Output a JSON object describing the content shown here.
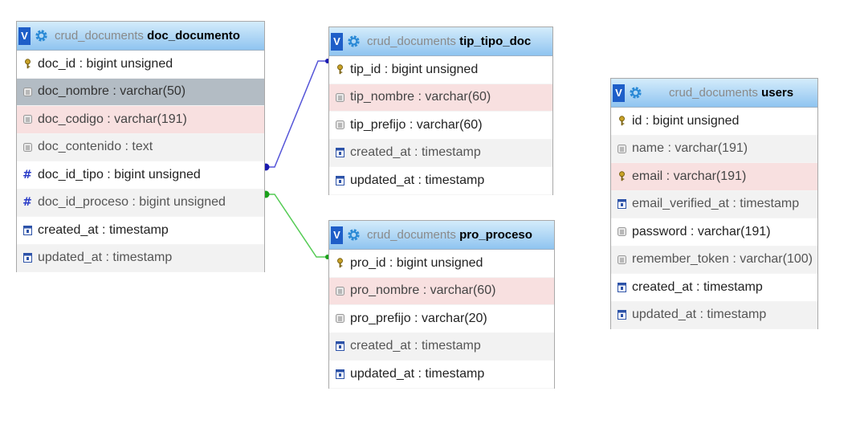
{
  "colors": {
    "relation_tip": "#5555d8",
    "relation_pro": "#55cc55",
    "header_top": "#d4ecfb",
    "header_bottom": "#8fc4f0"
  },
  "toggle_label": "V",
  "tables": {
    "doc": {
      "database": "crud_documents",
      "name": "doc_documento",
      "fields": [
        {
          "label": "doc_id : bigint unsigned",
          "icon": "key-icon"
        },
        {
          "label": "doc_nombre : varchar(50)",
          "icon": "text-field-icon"
        },
        {
          "label": "doc_codigo : varchar(191)",
          "icon": "text-field-icon"
        },
        {
          "label": "doc_contenido : text",
          "icon": "text-field-icon"
        },
        {
          "label": "doc_id_tipo : bigint unsigned",
          "icon": "numeric-field-icon"
        },
        {
          "label": "doc_id_proceso : bigint unsigned",
          "icon": "numeric-field-icon"
        },
        {
          "label": "created_at : timestamp",
          "icon": "timestamp-icon"
        },
        {
          "label": "updated_at : timestamp",
          "icon": "timestamp-icon"
        }
      ]
    },
    "tip": {
      "database": "crud_documents",
      "name": "tip_tipo_doc",
      "fields": [
        {
          "label": "tip_id : bigint unsigned",
          "icon": "key-icon"
        },
        {
          "label": "tip_nombre : varchar(60)",
          "icon": "text-field-icon"
        },
        {
          "label": "tip_prefijo : varchar(60)",
          "icon": "text-field-icon"
        },
        {
          "label": "created_at : timestamp",
          "icon": "timestamp-icon"
        },
        {
          "label": "updated_at : timestamp",
          "icon": "timestamp-icon"
        }
      ]
    },
    "pro": {
      "database": "crud_documents",
      "name": "pro_proceso",
      "fields": [
        {
          "label": "pro_id : bigint unsigned",
          "icon": "key-icon"
        },
        {
          "label": "pro_nombre : varchar(60)",
          "icon": "text-field-icon"
        },
        {
          "label": "pro_prefijo : varchar(20)",
          "icon": "text-field-icon"
        },
        {
          "label": "created_at : timestamp",
          "icon": "timestamp-icon"
        },
        {
          "label": "updated_at : timestamp",
          "icon": "timestamp-icon"
        }
      ]
    },
    "users": {
      "database": "crud_documents",
      "name": "users",
      "fields": [
        {
          "label": "id : bigint unsigned",
          "icon": "key-icon"
        },
        {
          "label": "name : varchar(191)",
          "icon": "text-field-icon"
        },
        {
          "label": "email : varchar(191)",
          "icon": "key-icon"
        },
        {
          "label": "email_verified_at : timestamp",
          "icon": "timestamp-icon"
        },
        {
          "label": "password : varchar(191)",
          "icon": "text-field-icon"
        },
        {
          "label": "remember_token : varchar(100)",
          "icon": "text-field-icon"
        },
        {
          "label": "created_at : timestamp",
          "icon": "timestamp-icon"
        },
        {
          "label": "updated_at : timestamp",
          "icon": "timestamp-icon"
        }
      ]
    }
  }
}
